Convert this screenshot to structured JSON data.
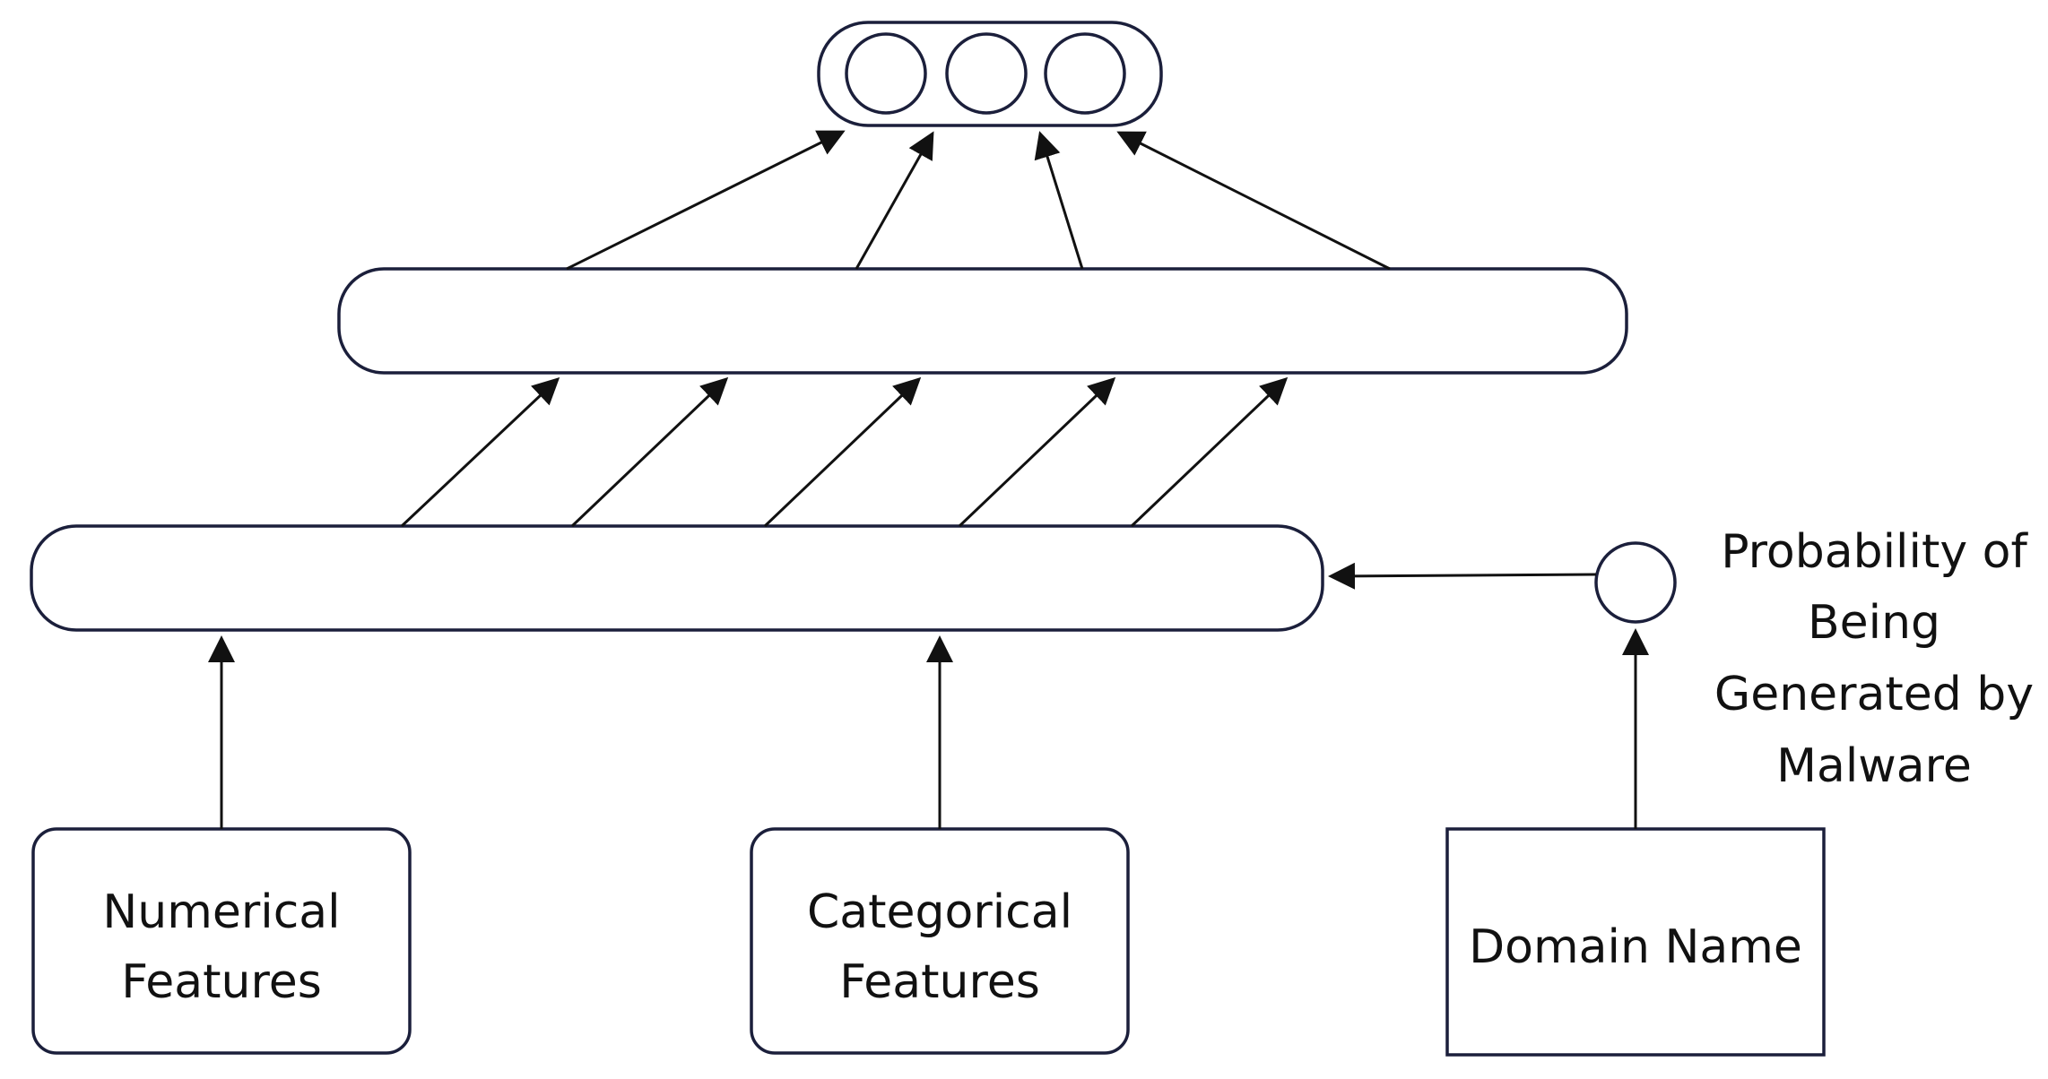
{
  "inputs": {
    "numerical": {
      "line1": "Numerical",
      "line2": "Features"
    },
    "categorical": {
      "line1": "Categorical",
      "line2": "Features"
    },
    "domain": {
      "label": "Domain Name"
    }
  },
  "probability_label": {
    "line1": "Probability of",
    "line2": "Being",
    "line3": "Generated by",
    "line4": "Malware"
  },
  "output_layer": {
    "node_count": 3
  }
}
